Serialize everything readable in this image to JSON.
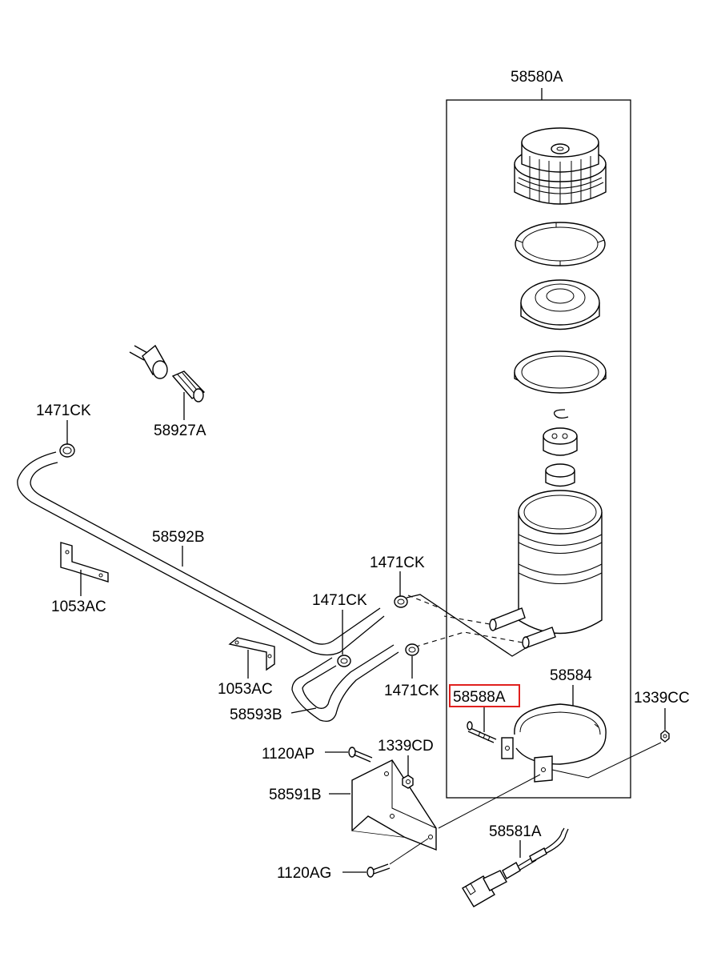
{
  "labels": {
    "assembly": "58580A",
    "connector": "58927A",
    "clip_left": "1471CK",
    "hose_main": "58592B",
    "bracket_left": "1053AC",
    "clip_mid": "1471CK",
    "clip_upper": "1471CK",
    "bracket_center": "1053AC",
    "clip_lower": "1471CK",
    "hose_lower": "58593B",
    "bolt_rod": "58588A",
    "band": "58584",
    "nut_right": "1339CC",
    "bolt_upper": "1120AP",
    "nut_bracket": "1339CD",
    "bracket_main": "58591B",
    "bolt_lower": "1120AG",
    "sensor": "58581A"
  },
  "highlight": {
    "target": "58588A",
    "color": "#e0201e"
  }
}
